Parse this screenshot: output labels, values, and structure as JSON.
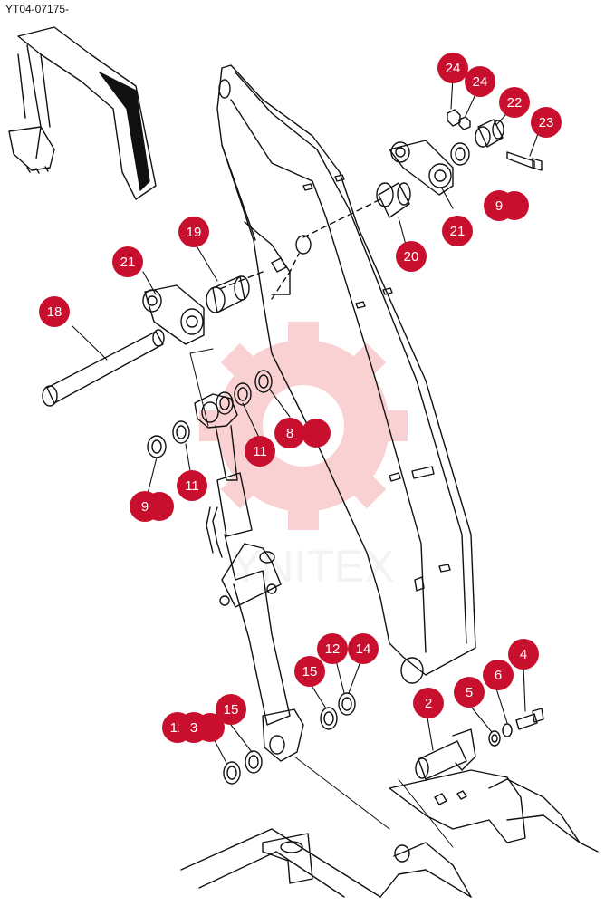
{
  "header": {
    "code": "YT04-07175-"
  },
  "watermark": {
    "text": "YNITEX",
    "color": "#e8323c"
  },
  "colors": {
    "callout": "#c8102e",
    "line": "#111111"
  },
  "callouts": [
    {
      "id": "c24a",
      "label": "24"
    },
    {
      "id": "c24b",
      "label": "24"
    },
    {
      "id": "c22",
      "label": "22"
    },
    {
      "id": "c23",
      "label": "23"
    },
    {
      "id": "c9a",
      "label": "9"
    },
    {
      "id": "c21a",
      "label": "21"
    },
    {
      "id": "c20",
      "label": "20"
    },
    {
      "id": "c19",
      "label": "19"
    },
    {
      "id": "c21b",
      "label": "21"
    },
    {
      "id": "c18",
      "label": "18"
    },
    {
      "id": "c8",
      "label": "8"
    },
    {
      "id": "c11a",
      "label": "11"
    },
    {
      "id": "c11b",
      "label": "11"
    },
    {
      "id": "c9b",
      "label": "9"
    },
    {
      "id": "c12a",
      "label": "12"
    },
    {
      "id": "c14",
      "label": "14"
    },
    {
      "id": "c15a",
      "label": "15"
    },
    {
      "id": "c4",
      "label": "4"
    },
    {
      "id": "c6",
      "label": "6"
    },
    {
      "id": "c5",
      "label": "5"
    },
    {
      "id": "c2",
      "label": "2"
    },
    {
      "id": "c15b",
      "label": "15"
    },
    {
      "id": "c12b",
      "label": "12"
    },
    {
      "id": "c13",
      "label": "3"
    }
  ]
}
